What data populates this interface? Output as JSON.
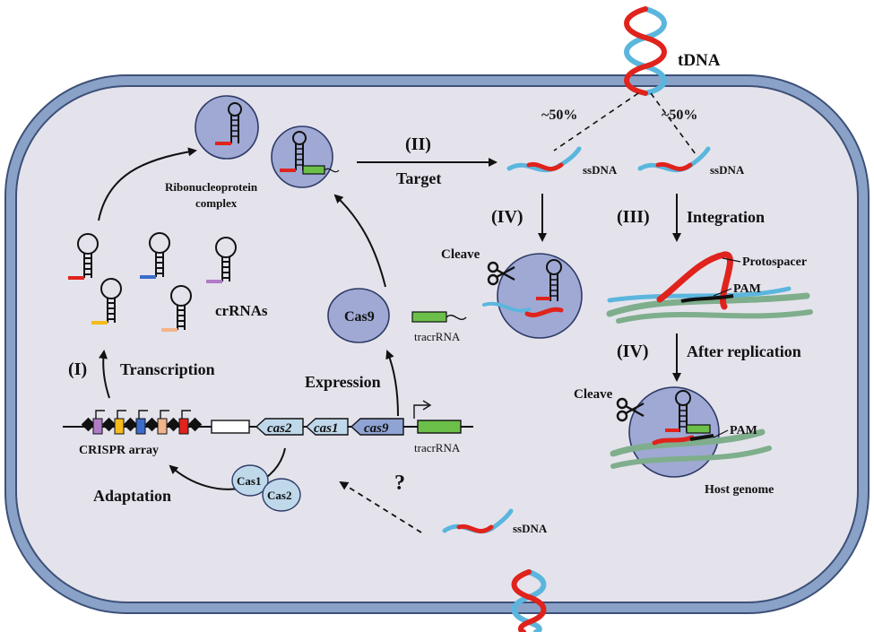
{
  "labels": {
    "tdna": "tDNA",
    "pct_left": "~50%",
    "pct_right": "~50%",
    "step2": "(II)",
    "target": "Target",
    "ssdna_a": "ssDNA",
    "ssdna_b": "ssDNA",
    "ssdna_c": "ssDNA",
    "rnp_line1": "Ribonucleoprotein",
    "rnp_line2": "complex",
    "step4a": "(IV)",
    "step3": "(III)",
    "integration": "Integration",
    "cleave_a": "Cleave",
    "protospacer": "Protospacer",
    "pam_a": "PAM",
    "crrnas": "crRNAs",
    "cas9_protein": "Cas9",
    "tracrrna_a": "tracrRNA",
    "step4b": "(IV)",
    "after_replication": "After replication",
    "step1": "(I)",
    "transcription": "Transcription",
    "expression": "Expression",
    "cleave_b": "Cleave",
    "pam_b": "PAM",
    "gene_cas2": "cas2",
    "gene_cas1": "cas1",
    "gene_cas9": "cas9",
    "crispr_array": "CRISPR array",
    "tracrrna_b": "tracrRNA",
    "host_genome": "Host genome",
    "cas1_protein": "Cas1",
    "cas2_protein": "Cas2",
    "adaptation": "Adaptation",
    "question": "?"
  },
  "colors": {
    "cell_fill": "#e4e3ec",
    "membrane": "#8aa2c8",
    "complex": "#9fa9d4",
    "strand_red": "#e0231c",
    "strand_blue": "#5bb6de",
    "genome_green": "#7fae8c",
    "tracr_green": "#6cc04a",
    "spacer_purple": "#b07cc6",
    "spacer_yellow": "#f4bb1c",
    "spacer_blue": "#3b6cc9",
    "spacer_peach": "#f2b48c",
    "protein_light": "#bfd8ea"
  }
}
